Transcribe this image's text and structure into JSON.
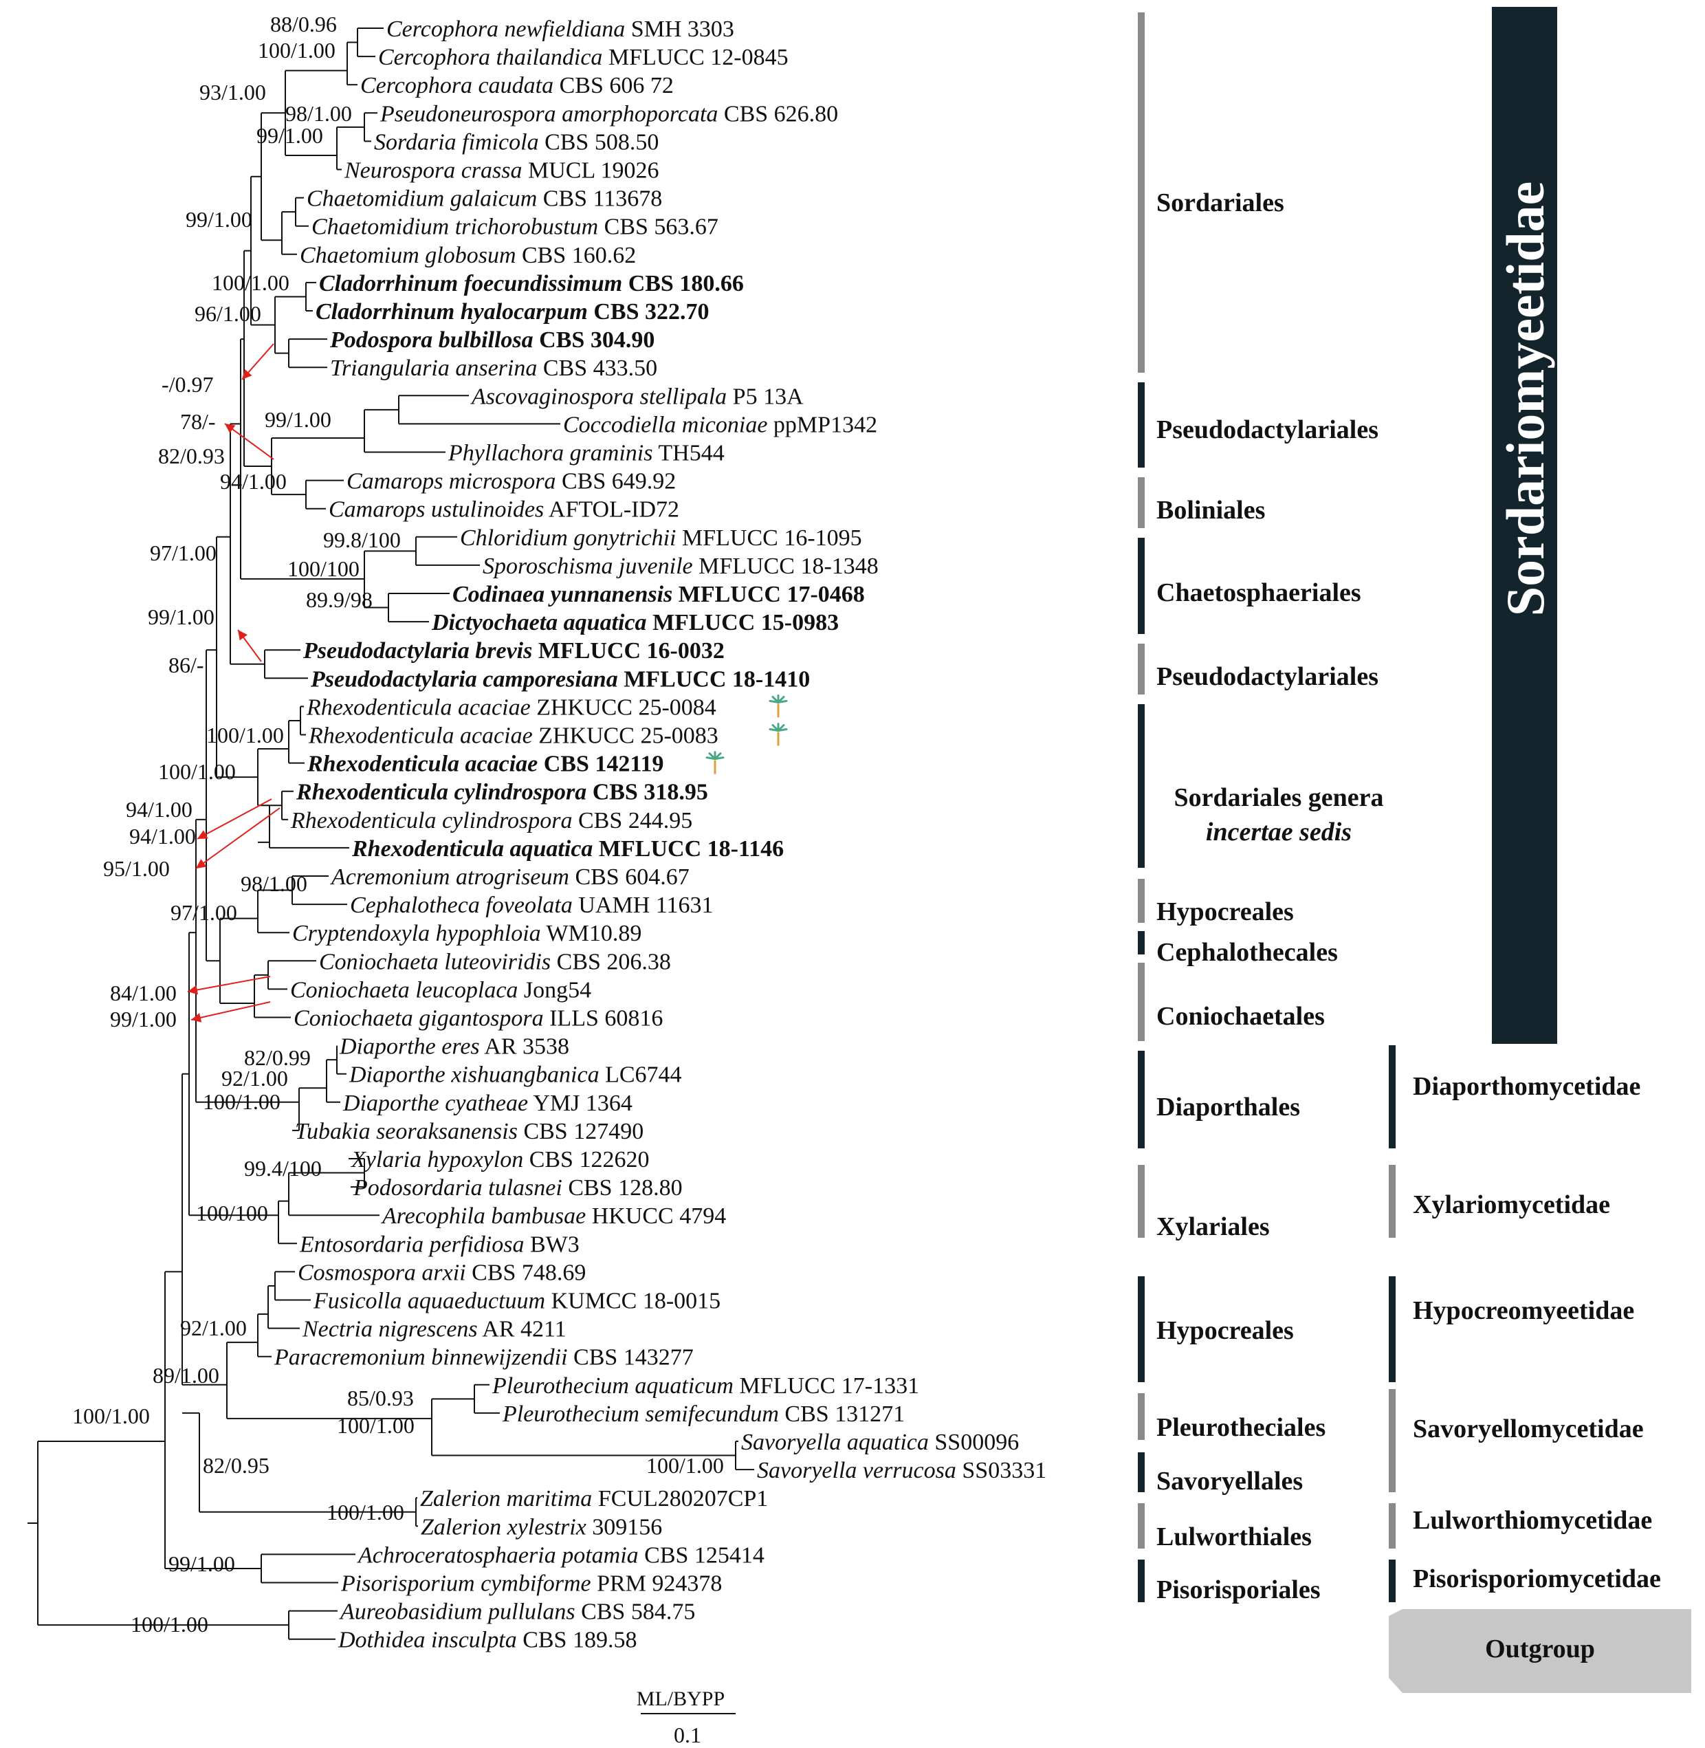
{
  "taxa": [
    {
      "genus": "Cercophora newfieldiana",
      "strain": "SMH 3303",
      "style": "normal"
    },
    {
      "genus": "Cercophora thailandica",
      "strain": "MFLUCC 12-0845",
      "style": "normal"
    },
    {
      "genus": "Cercophora caudata",
      "strain": "CBS 606 72",
      "style": "normal"
    },
    {
      "genus": "Pseudoneurospora amorphoporcata",
      "strain": "CBS 626.80",
      "style": "normal"
    },
    {
      "genus": "Sordaria fimicola",
      "strain": "CBS 508.50",
      "style": "normal"
    },
    {
      "genus": "Neurospora crassa",
      "strain": "MUCL 19026",
      "style": "normal"
    },
    {
      "genus": "Chaetomidium galaicum",
      "strain": "CBS 113678",
      "style": "normal"
    },
    {
      "genus": "Chaetomidium trichorobustum",
      "strain": "CBS 563.67",
      "style": "normal"
    },
    {
      "genus": "Chaetomium globosum",
      "strain": "CBS 160.62",
      "style": "normal"
    },
    {
      "genus": "Cladorrhinum foecundissimum",
      "strain": "CBS 180.66",
      "style": "bold"
    },
    {
      "genus": "Cladorrhinum hyalocarpum",
      "strain": "CBS 322.70",
      "style": "bold"
    },
    {
      "genus": "Podospora bulbillosa",
      "strain": "CBS 304.90",
      "style": "bold"
    },
    {
      "genus": "Triangularia anserina",
      "strain": "CBS 433.50",
      "style": "normal"
    },
    {
      "genus": "Ascovaginospora stellipala",
      "strain": "P5 13A",
      "style": "normal"
    },
    {
      "genus": "Coccodiella miconiae",
      "strain": "ppMP1342",
      "style": "normal"
    },
    {
      "genus": "Phyllachora graminis",
      "strain": "TH544",
      "style": "normal"
    },
    {
      "genus": "Camarops microspora",
      "strain": "CBS 649.92",
      "style": "normal"
    },
    {
      "genus": "Camarops ustulinoides",
      "strain": "AFTOL-ID72",
      "style": "normal"
    },
    {
      "genus": "Chloridium gonytrichii",
      "strain": "MFLUCC 16-1095",
      "style": "normal"
    },
    {
      "genus": "Sporoschisma juvenile",
      "strain": "MFLUCC 18-1348",
      "style": "normal"
    },
    {
      "genus": "Codinaea yunnanensis",
      "strain": "MFLUCC 17-0468",
      "style": "bold"
    },
    {
      "genus": "Dictyochaeta aquatica",
      "strain": "MFLUCC 15-0983",
      "style": "bold"
    },
    {
      "genus": "Pseudodactylaria brevis",
      "strain": "MFLUCC 16-0032",
      "style": "bold"
    },
    {
      "genus": "Pseudodactylaria camporesiana",
      "strain": "MFLUCC 18-1410",
      "style": "bold"
    },
    {
      "genus": "Rhexodenticula acaciae",
      "strain": "ZHKUCC 25-0084",
      "style": "new"
    },
    {
      "genus": "Rhexodenticula acaciae",
      "strain": "ZHKUCC 25-0083",
      "style": "new"
    },
    {
      "genus": "Rhexodenticula acaciae",
      "strain": "CBS 142119",
      "style": "bold"
    },
    {
      "genus": "Rhexodenticula cylindrospora",
      "strain": "CBS 318.95",
      "style": "bold"
    },
    {
      "genus": "Rhexodenticula cylindrospora",
      "strain": "CBS 244.95",
      "style": "normal"
    },
    {
      "genus": "Rhexodenticula aquatica",
      "strain": "MFLUCC 18-1146",
      "style": "bold"
    },
    {
      "genus": "Acremonium atrogriseum",
      "strain": "CBS 604.67",
      "style": "normal"
    },
    {
      "genus": "Cephalotheca foveolata",
      "strain": "UAMH 11631",
      "style": "normal"
    },
    {
      "genus": "Cryptendoxyla hypophloia",
      "strain": "WM10.89",
      "style": "normal"
    },
    {
      "genus": "Coniochaeta luteoviridis",
      "strain": "CBS 206.38",
      "style": "normal"
    },
    {
      "genus": "Coniochaeta leucoplaca",
      "strain": "Jong54",
      "style": "normal"
    },
    {
      "genus": "Coniochaeta gigantospora",
      "strain": "ILLS 60816",
      "style": "normal"
    },
    {
      "genus": "Diaporthe eres",
      "strain": "AR 3538",
      "style": "normal"
    },
    {
      "genus": "Diaporthe xishuangbanica",
      "strain": "LC6744",
      "style": "normal"
    },
    {
      "genus": "Diaporthe cyatheae",
      "strain": "YMJ 1364",
      "style": "normal"
    },
    {
      "genus": "Tubakia seoraksanensis",
      "strain": "CBS 127490",
      "style": "normal"
    },
    {
      "genus": "Xylaria hypoxylon",
      "strain": "CBS 122620",
      "style": "normal"
    },
    {
      "genus": "Podosordaria tulasnei",
      "strain": "CBS 128.80",
      "style": "normal"
    },
    {
      "genus": "Arecophila bambusae",
      "strain": "HKUCC 4794",
      "style": "normal"
    },
    {
      "genus": "Entosordaria perfidiosa",
      "strain": "BW3",
      "style": "normal"
    },
    {
      "genus": "Cosmospora arxii",
      "strain": "CBS 748.69",
      "style": "normal"
    },
    {
      "genus": "Fusicolla aquaeductuum",
      "strain": "KUMCC 18-0015",
      "style": "normal"
    },
    {
      "genus": "Nectria nigrescens",
      "strain": "AR 4211",
      "style": "normal"
    },
    {
      "genus": "Paracremonium binnewijzendii",
      "strain": "CBS 143277",
      "style": "normal"
    },
    {
      "genus": "Pleurothecium aquaticum",
      "strain": "MFLUCC 17-1331",
      "style": "normal"
    },
    {
      "genus": "Pleurothecium semifecundum",
      "strain": "CBS 131271",
      "style": "normal"
    },
    {
      "genus": "Savoryella aquatica",
      "strain": "SS00096",
      "style": "normal"
    },
    {
      "genus": "Savoryella verrucosa",
      "strain": "SS03331",
      "style": "normal"
    },
    {
      "genus": "Zalerion maritima",
      "strain": "FCUL280207CP1",
      "style": "normal"
    },
    {
      "genus": "Zalerion xylestrix",
      "strain": "309156",
      "style": "normal"
    },
    {
      "genus": "Achroceratosphaeria potamia",
      "strain": "CBS 125414",
      "style": "normal"
    },
    {
      "genus": "Pisorisporium cymbiforme",
      "strain": "PRM 924378",
      "style": "normal"
    },
    {
      "genus": "Aureobasidium pullulans",
      "strain": "CBS 584.75",
      "style": "normal"
    },
    {
      "genus": "Dothidea insculpta",
      "strain": "CBS 189.58",
      "style": "normal"
    }
  ],
  "support_labels": [
    "88/0.96",
    "100/1.00",
    "93/1.00",
    "98/1.00",
    "99/1.00",
    "99/1.00",
    "100/1.00",
    "96/1.00",
    "-/0.97",
    "99/1.00",
    "78/-",
    "82/0.93",
    "94/1.00",
    "97/1.00",
    "99.8/100",
    "100/100",
    "89.9/98",
    "99/1.00",
    "86/-",
    "100/1.00",
    "100/1.00",
    "94/1.00",
    "94/1.00",
    "95/1.00",
    "98/1.00",
    "97/1.00",
    "84/1.00",
    "99/1.00",
    "82/0.99",
    "92/1.00",
    "100/1.00",
    "99.4/100",
    "100/100",
    "92/1.00",
    "89/1.00",
    "85/0.93",
    "100/1.00",
    "100/1.00",
    "82/0.95",
    "100/1.00",
    "100/1.00",
    "99/1.00",
    "100/1.00"
  ],
  "orders": [
    {
      "label": "Sordariales"
    },
    {
      "label": "Pseudodactylariales"
    },
    {
      "label": "Boliniales"
    },
    {
      "label": "Chaetosphaeriales"
    },
    {
      "label": "Pseudodactylariales"
    },
    {
      "label": "Sordariales genera",
      "label2": "incertae sedis"
    },
    {
      "label": "Hypocreales"
    },
    {
      "label": "Cephalothecales"
    },
    {
      "label": "Coniochaetales"
    },
    {
      "label": "Diaporthales"
    },
    {
      "label": "Xylariales"
    },
    {
      "label": "Hypocreales"
    },
    {
      "label": "Pleurotheciales"
    },
    {
      "label": "Savoryellales"
    },
    {
      "label": "Lulworthiales"
    },
    {
      "label": "Pisorisporiales"
    }
  ],
  "subclasses": [
    {
      "label": "Sordariomyeetidae"
    },
    {
      "label": "Diaporthomycetidae"
    },
    {
      "label": "Xylariomycetidae"
    },
    {
      "label": "Hypocreomyeetidae"
    },
    {
      "label": "Savoryellomycetidae"
    },
    {
      "label": "Lulworthiomycetidae"
    },
    {
      "label": "Pisorisporiomycetidae"
    },
    {
      "label": "Outgroup"
    }
  ],
  "scale": {
    "header": "ML/BYPP",
    "value": "0.1"
  },
  "colors": {
    "dark_bar": "#13242c",
    "gray_bar": "#8a8a8a",
    "arrow": "#e0201b",
    "new_strain": "#1a73c8",
    "palm": "#4aa88a",
    "outgroup_fill": "#c7c7c7"
  },
  "icons": {
    "new_strain_marker": "palm-tree-icon"
  }
}
